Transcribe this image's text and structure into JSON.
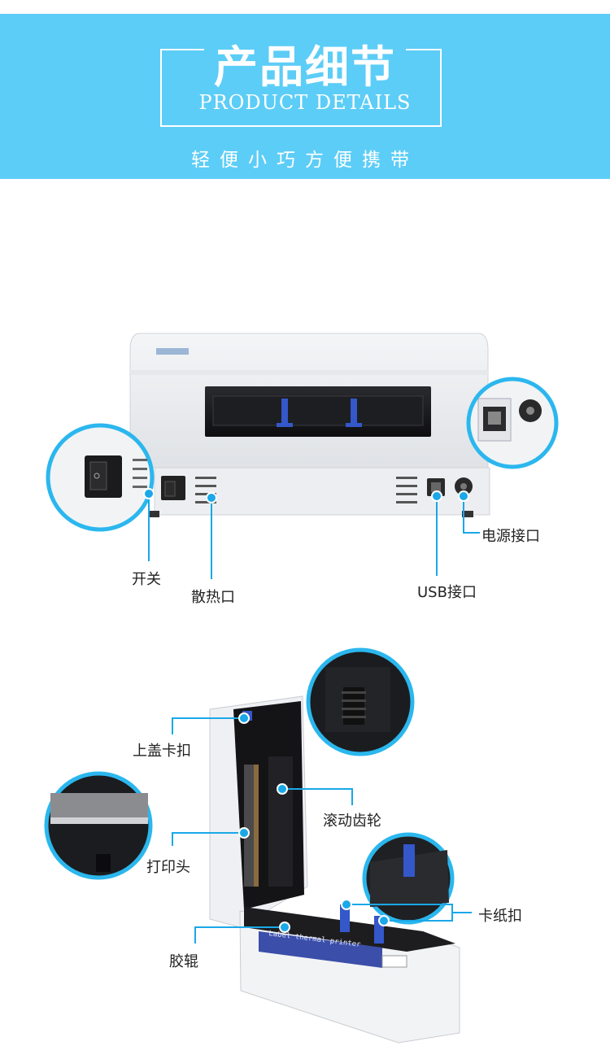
{
  "header": {
    "title_zh": "产品细节",
    "title_en": "PRODUCT DETAILS",
    "subtitle": "轻便小巧方便携带"
  },
  "rear_view": {
    "labels": {
      "switch": "开关",
      "vent": "散热口",
      "usb": "USB接口",
      "power": "电源接口"
    }
  },
  "open_view": {
    "labels": {
      "cover_latch": "上盖卡扣",
      "gear": "滚动齿轮",
      "print_head": "打印头",
      "paper_clip": "卡纸扣",
      "rubber_roller": "胶辊"
    },
    "printer_brand_text": "Label thermal printer"
  },
  "colors": {
    "banner": "#5ccdf7",
    "accent": "#1aa8e8"
  }
}
